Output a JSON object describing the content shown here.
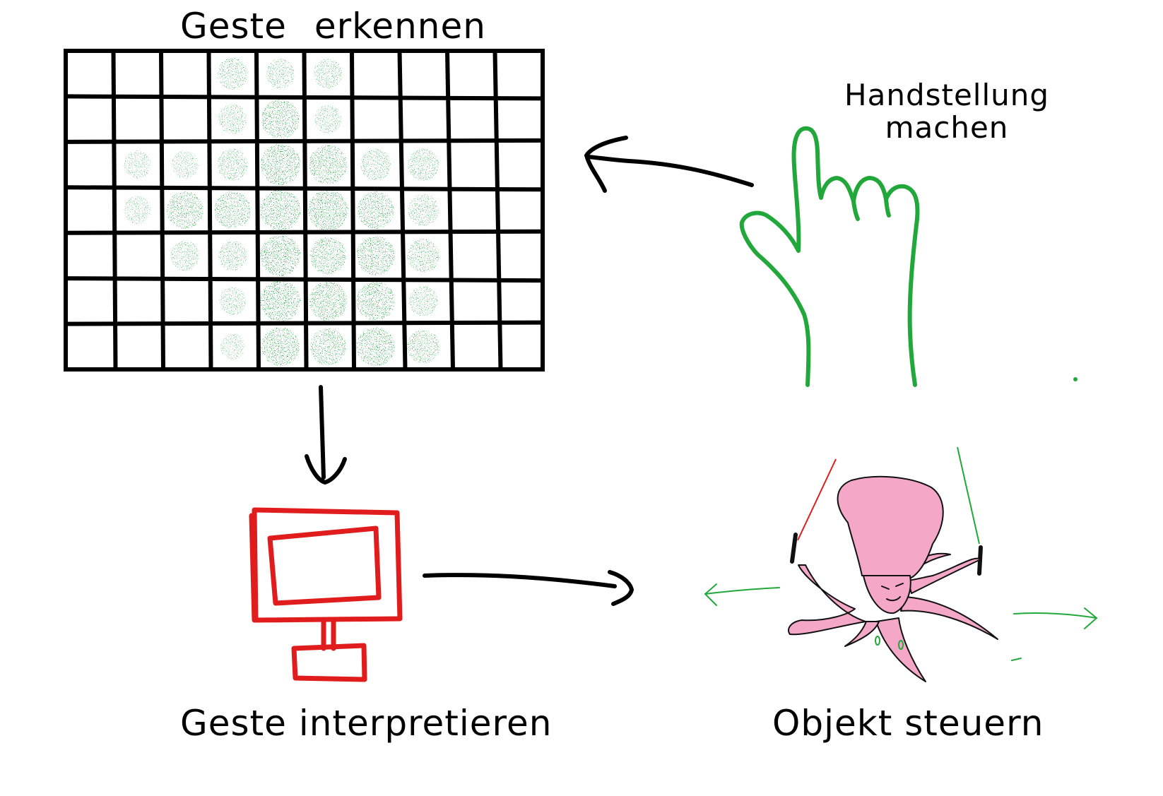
{
  "labels": {
    "recognize": "Geste erkennen",
    "hand_line1": "Handstellung",
    "hand_line2": "machen",
    "interpret": "Geste interpretieren",
    "control": "Objekt steuern"
  },
  "grid": {
    "columns": 10,
    "rows": 7,
    "intensity": [
      [
        0,
        0,
        0,
        0.5,
        0.4,
        0.4,
        0,
        0,
        0,
        0
      ],
      [
        0,
        0,
        0,
        0.4,
        0.9,
        0.3,
        0,
        0,
        0,
        0
      ],
      [
        0,
        0.3,
        0.3,
        0.5,
        1.0,
        0.9,
        0.5,
        0.5,
        0,
        0
      ],
      [
        0,
        0.3,
        0.8,
        0.8,
        1.0,
        1.0,
        0.8,
        0.5,
        0,
        0
      ],
      [
        0,
        0,
        0.4,
        0.4,
        1.0,
        0.8,
        0.9,
        0.6,
        0,
        0
      ],
      [
        0,
        0,
        0,
        0.3,
        1.0,
        0.9,
        0.9,
        0.4,
        0,
        0
      ],
      [
        0,
        0,
        0,
        0.2,
        0.9,
        0.8,
        0.9,
        0.6,
        0,
        0
      ]
    ]
  },
  "colors": {
    "ink": "#000000",
    "hand": "#22a83a",
    "heat": "#1e9e3a",
    "monitor": "#e01c1c",
    "octopus": "#f4a7c7",
    "octopus_outline": "#111111",
    "motion_arrows": "#22a83a",
    "string_left": "#e01c1c",
    "string_right": "#22a83a"
  }
}
